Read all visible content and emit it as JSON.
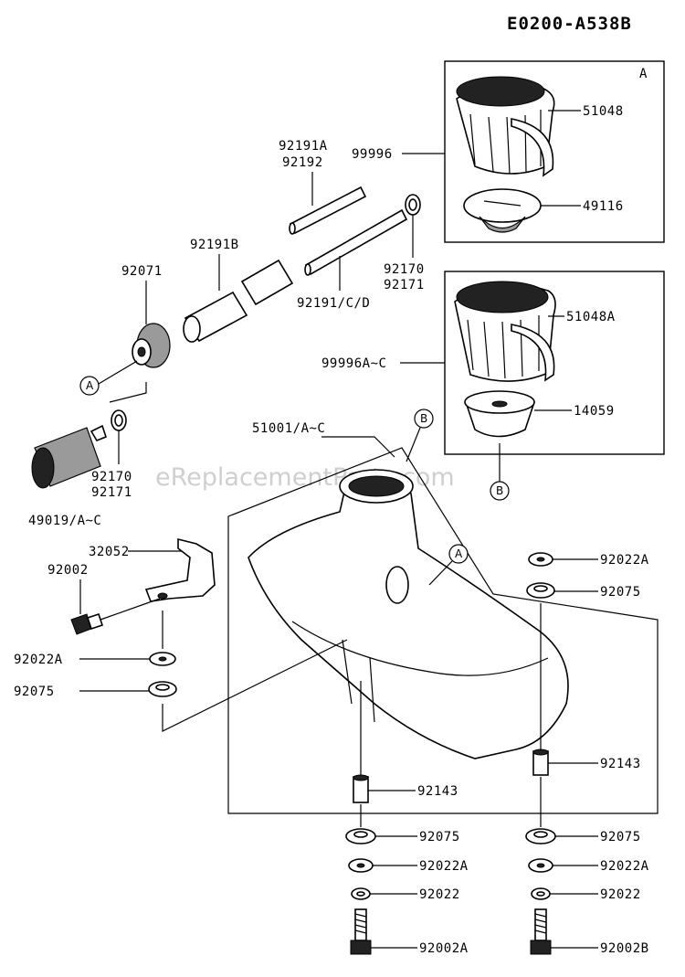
{
  "header": {
    "code": "E0200-A538B"
  },
  "watermark": "eReplacementParts.com",
  "callouts": {
    "a": "A",
    "b": "B"
  },
  "labels": {
    "p51048": "51048",
    "p49116": "49116",
    "p99996": "99996",
    "p92191A": "92191A",
    "p92192": "92192",
    "p92191B": "92191B",
    "p92071": "92071",
    "p92170_top": "92170",
    "p92171_top": "92171",
    "p92191CD": "92191/C/D",
    "p51048A": "51048A",
    "p99996AC": "99996A~C",
    "p14059": "14059",
    "p51001": "51001/A~C",
    "p92170_mid": "92170",
    "p92171_mid": "92171",
    "p49019": "49019/A~C",
    "p32052": "32052",
    "p92002": "92002",
    "p92022A_left": "92022A",
    "p92075_left": "92075",
    "p92022A_right": "92022A",
    "p92075_right": "92075",
    "p92143_right": "92143",
    "p92143_mid": "92143",
    "p92075_b1": "92075",
    "p92022A_b1": "92022A",
    "p92022_b1": "92022",
    "p92002A": "92002A",
    "p92075_b2": "92075",
    "p92022A_b2": "92022A",
    "p92022_b2": "92022",
    "p92002B": "92002B"
  }
}
